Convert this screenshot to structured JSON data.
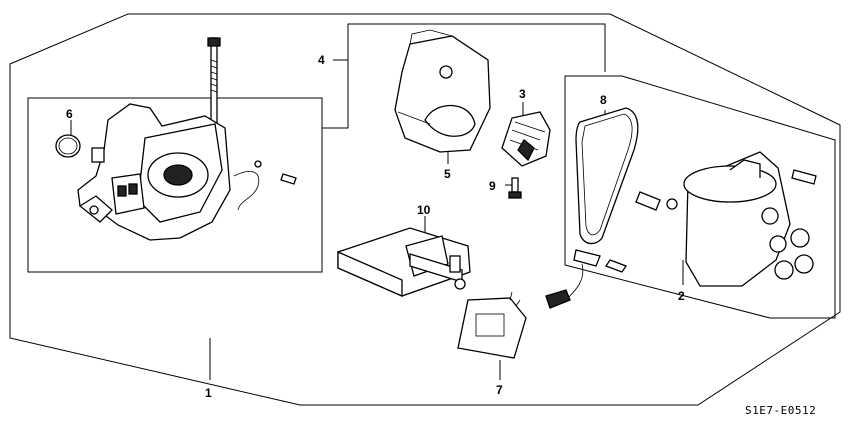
{
  "diagram": {
    "callouts": [
      {
        "id": "c1",
        "label": "1"
      },
      {
        "id": "c2",
        "label": "2"
      },
      {
        "id": "c3",
        "label": "3"
      },
      {
        "id": "c4",
        "label": "4"
      },
      {
        "id": "c5",
        "label": "5"
      },
      {
        "id": "c6",
        "label": "6"
      },
      {
        "id": "c7",
        "label": "7"
      },
      {
        "id": "c8",
        "label": "8"
      },
      {
        "id": "c9",
        "label": "9"
      },
      {
        "id": "c10",
        "label": "10"
      }
    ],
    "figure_code": "S1E7-E0512"
  }
}
